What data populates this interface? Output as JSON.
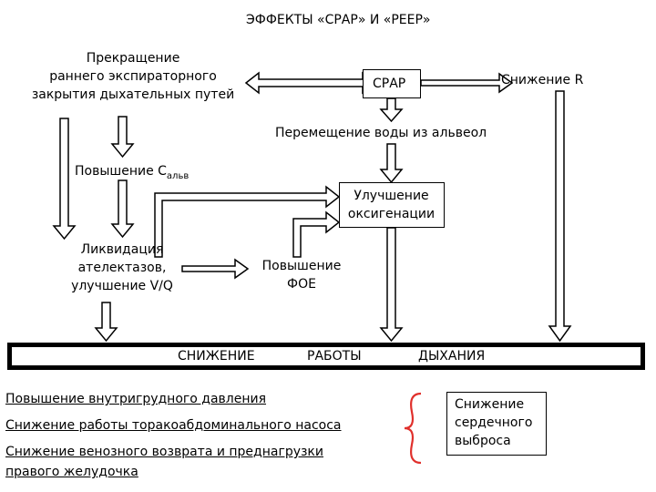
{
  "title": "ЭФФЕКТЫ «СРАР» И «РЕЕР»",
  "nodes": {
    "prekr_l1": "Прекращение",
    "prekr_l2": "раннего экспираторного",
    "prekr_l3": "закрытия дыхательных путей",
    "cpap": "СРАР",
    "snizhR": "Снижение R",
    "peremesh": "Перемещение воды из альвеол",
    "povysh_c": "Повышение С",
    "povysh_c_sub": "альв",
    "uluch_l1": "Улучшение",
    "uluch_l2": "оксигенации",
    "likv_l1": "Ликвидация",
    "likv_l2": "ателектазов,",
    "likv_l3": "улучшение V/Q",
    "foe_l1": "Повышение",
    "foe_l2": "ФОЕ"
  },
  "bar": {
    "w1": "СНИЖЕНИЕ",
    "w2": "РАБОТЫ",
    "w3": "ДЫХАНИЯ"
  },
  "effects": [
    "Повышение внутригрудного давления",
    "Снижение работы торакоабдоминального насоса",
    "Снижение венозного возврата и преднагрузки",
    "правого желудочка"
  ],
  "result": {
    "l1": "Снижение",
    "l2": "сердечного",
    "l3": "выброса"
  }
}
